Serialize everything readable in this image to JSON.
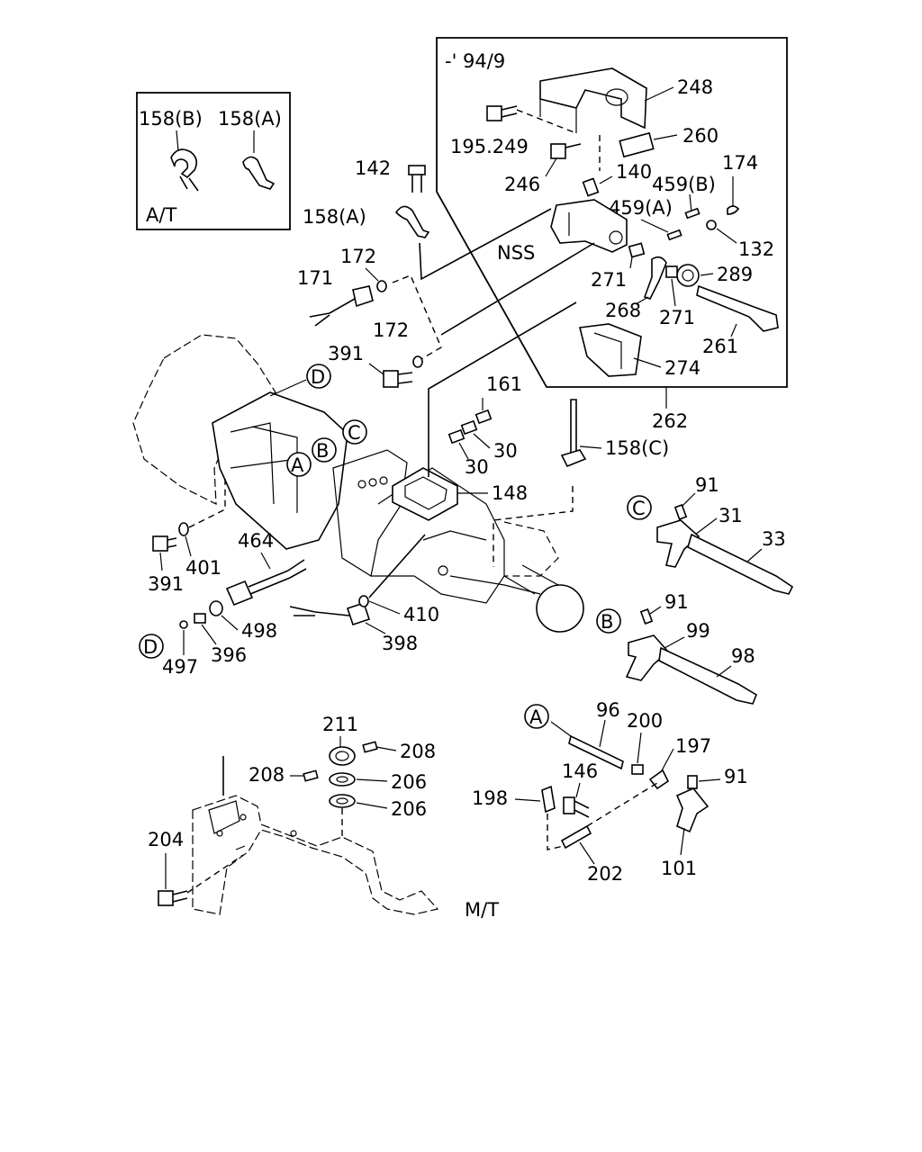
{
  "inset_at": {
    "title": "A/T",
    "labels": [
      "158(B)",
      "158(A)"
    ]
  },
  "inset_early": {
    "title": "-' 94/9",
    "labels": [
      "248",
      "195.249",
      "260",
      "246",
      "140",
      "459(B)",
      "174",
      "459(A)",
      "132",
      "NSS",
      "271",
      "289",
      "268",
      "271",
      "261",
      "274"
    ]
  },
  "group_262": "262",
  "main_labels": [
    "142",
    "158(A)",
    "172",
    "171",
    "172",
    "391",
    "161",
    "30",
    "30",
    "158(C)",
    "148",
    "464",
    "391",
    "401",
    "410",
    "498",
    "398",
    "497",
    "396"
  ],
  "circle_markers": {
    "D_main": "D",
    "C_main": "C",
    "B_main": "B",
    "A_main": "A",
    "C_fork": "C",
    "B_fork": "B",
    "A_rod": "A",
    "D_plug": "D"
  },
  "fork_labels": [
    "91",
    "31",
    "33",
    "91",
    "99",
    "98",
    "96",
    "200",
    "197",
    "91",
    "146",
    "198",
    "202",
    "101"
  ],
  "mt_labels": [
    "211",
    "208",
    "208",
    "206",
    "206",
    "204"
  ],
  "mt_title": "M/T"
}
